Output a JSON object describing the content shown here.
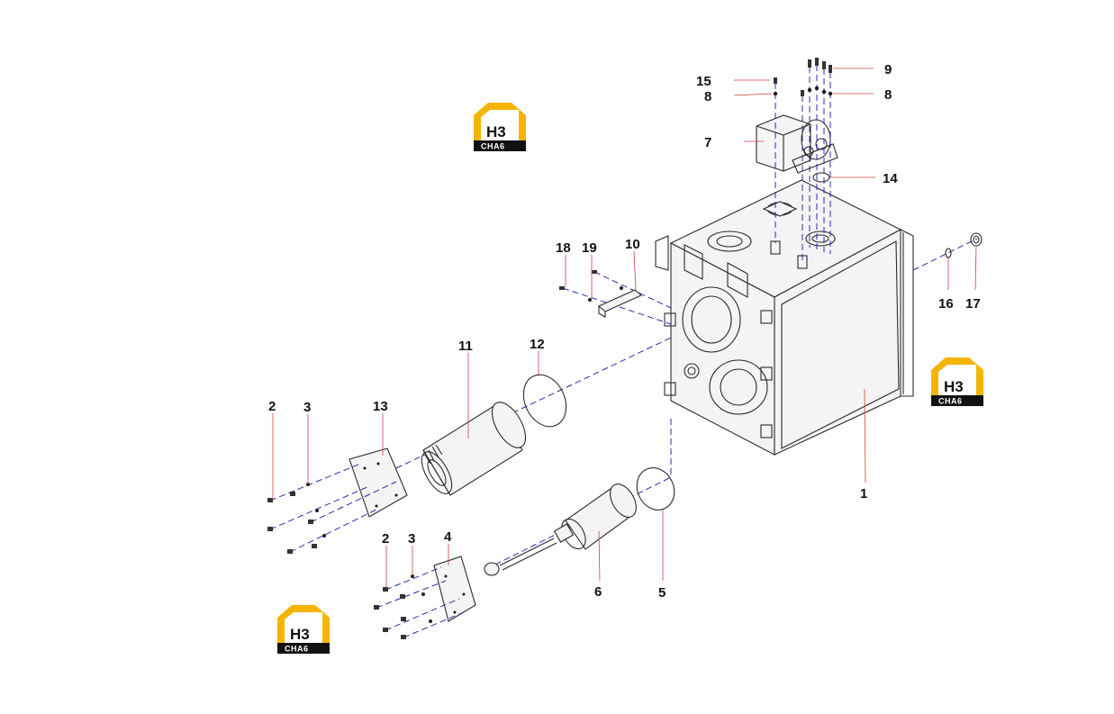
{
  "logo": {
    "letters": "H3",
    "sub": "CHA6",
    "color": "#f5b400"
  },
  "labels": {
    "l1": "1",
    "l2a": "2",
    "l3a": "3",
    "l2b": "2",
    "l3b": "3",
    "l4": "4",
    "l5": "5",
    "l6": "6",
    "l7": "7",
    "l8a": "8",
    "l8b": "8",
    "l9": "9",
    "l10": "10",
    "l11": "11",
    "l12": "12",
    "l13": "13",
    "l14": "14",
    "l15": "15",
    "l16": "16",
    "l17": "17",
    "l18": "18",
    "l19": "19"
  }
}
